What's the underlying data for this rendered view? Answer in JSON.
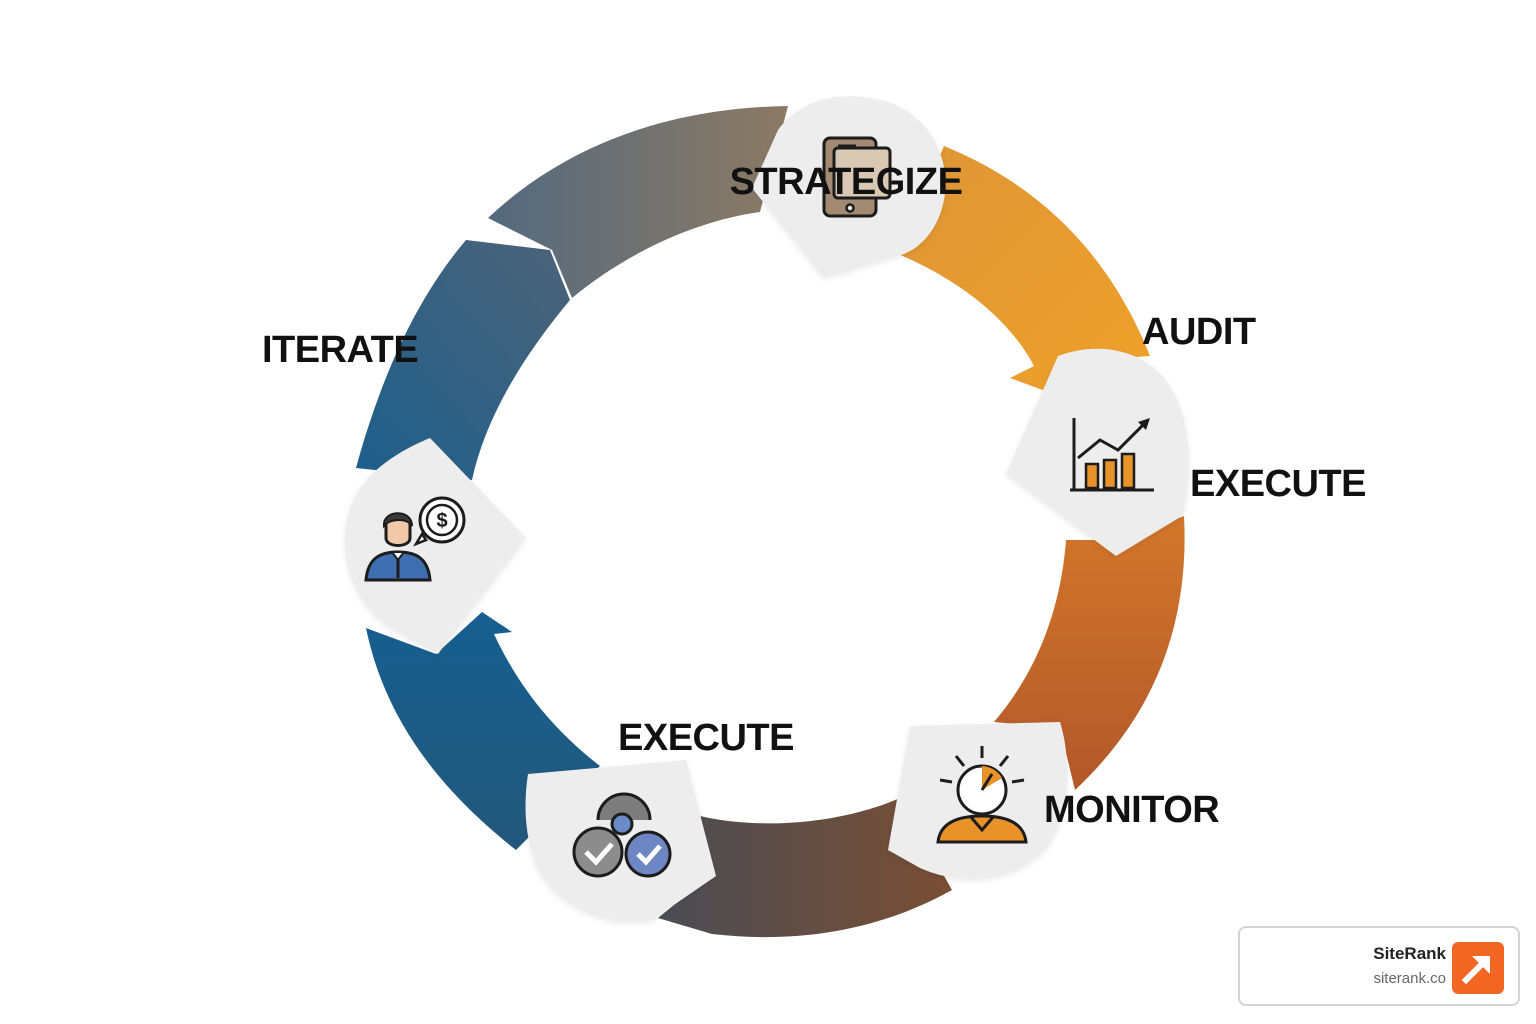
{
  "diagram": {
    "type": "cycle",
    "steps": [
      {
        "label": "STRATEGIZE",
        "icon": "mobile-devices-icon",
        "color": "#8a7b66"
      },
      {
        "label": "AUDIT",
        "icon": "",
        "color": "#e99a2c"
      },
      {
        "label": "EXECUTE",
        "icon": "bar-chart-growth-icon",
        "color": "#d07428"
      },
      {
        "label": "MONITOR",
        "icon": "person-timer-icon",
        "color": "#a0522d"
      },
      {
        "label": "EXECUTE",
        "icon": "check-circles-icon",
        "color": "#5a4a48"
      },
      {
        "label": "ITERATE",
        "icon": "businessman-dollar-icon",
        "color": "#1b5e8a"
      }
    ]
  },
  "brand": {
    "name": "SiteRank",
    "url": "siterank.co",
    "logo_icon": "arrow-up-right-icon",
    "accent": "#f26522"
  }
}
